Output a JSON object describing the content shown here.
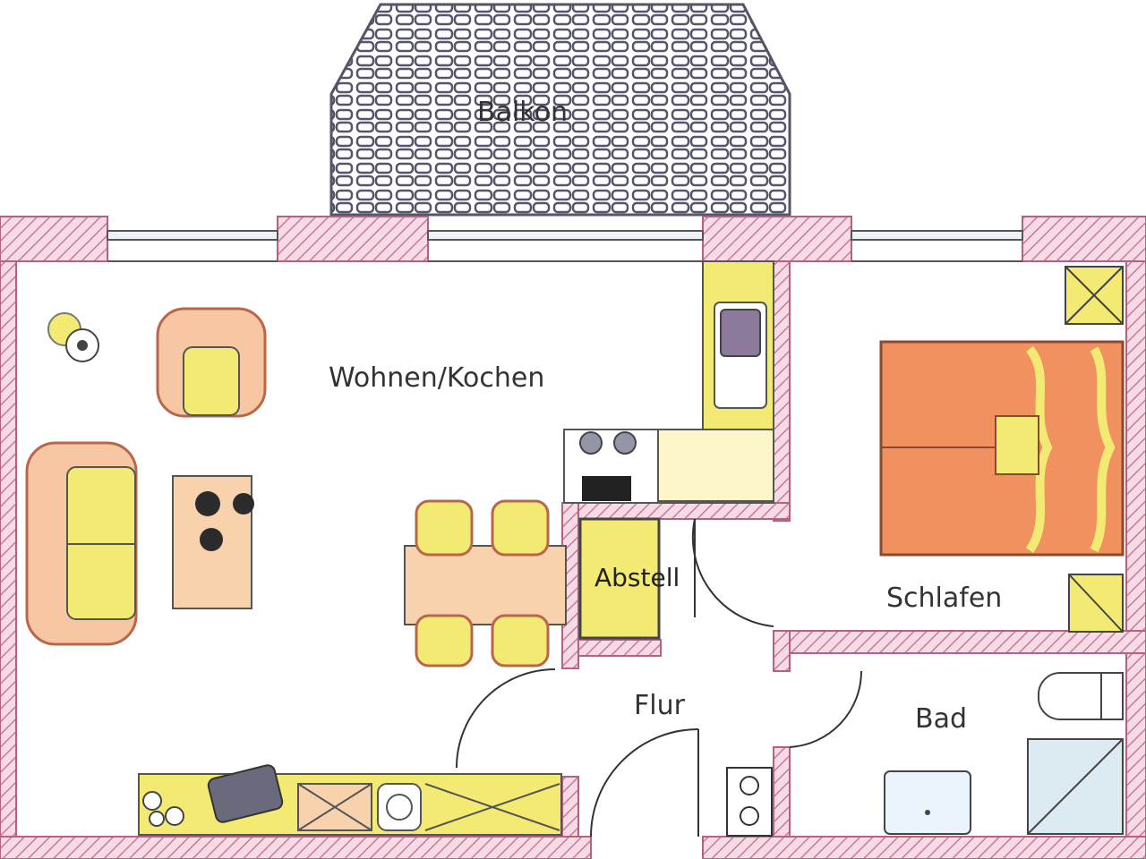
{
  "plan": {
    "rooms": {
      "balkon": "Balkon",
      "wohnen": "Wohnen/Kochen",
      "abstell": "Abstell",
      "schlafen": "Schlafen",
      "flur": "Flur",
      "bad": "Bad"
    }
  },
  "colors": {
    "wall_hatch": "#c9789a",
    "wall_fill": "#f6dbe6",
    "furniture_yellow": "#f3ea74",
    "furniture_orange": "#f0915f",
    "furniture_peach": "#f7c7a3",
    "balcony_tile": "#6f6f86"
  }
}
